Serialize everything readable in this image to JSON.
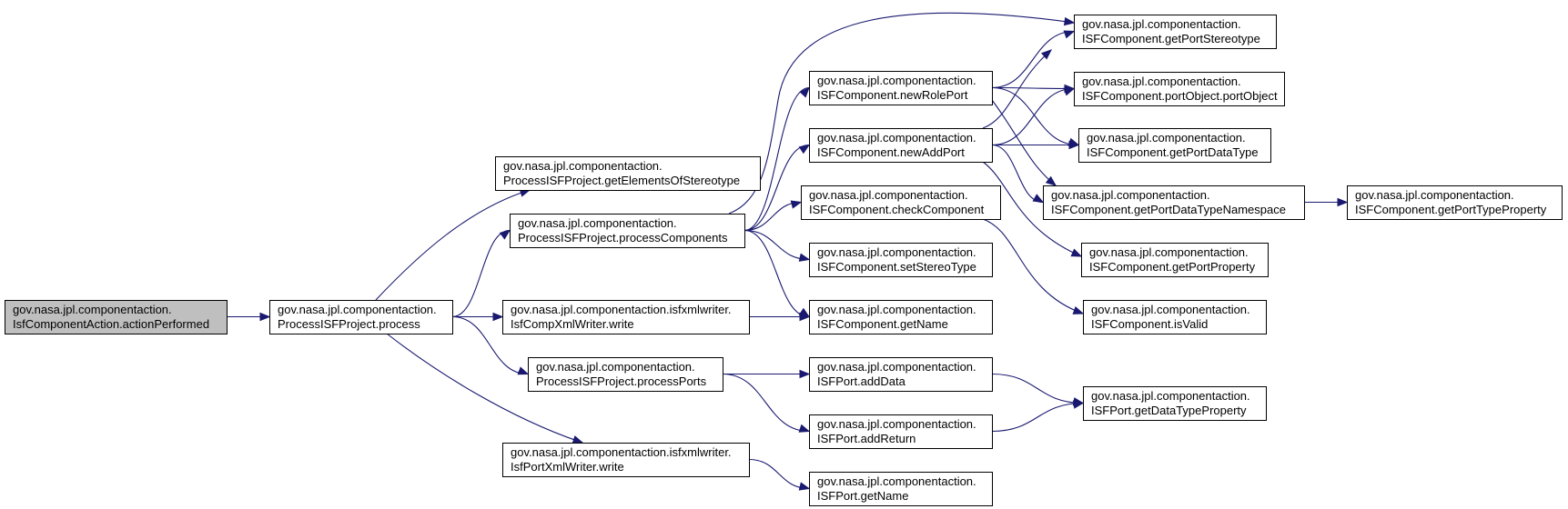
{
  "nodes": [
    {
      "id": "n0",
      "lines": [
        "gov.nasa.jpl.componentaction.",
        "IsfComponentAction.actionPerformed"
      ],
      "highlighted": true
    },
    {
      "id": "n1",
      "lines": [
        "gov.nasa.jpl.componentaction.",
        "ProcessISFProject.process"
      ]
    },
    {
      "id": "n2",
      "lines": [
        "gov.nasa.jpl.componentaction.",
        "ProcessISFProject.getElementsOfStereotype"
      ]
    },
    {
      "id": "n3",
      "lines": [
        "gov.nasa.jpl.componentaction.",
        "ProcessISFProject.processComponents"
      ]
    },
    {
      "id": "n4",
      "lines": [
        "gov.nasa.jpl.componentaction.isfxmlwriter.",
        "IsfCompXmlWriter.write"
      ]
    },
    {
      "id": "n5",
      "lines": [
        "gov.nasa.jpl.componentaction.",
        "ProcessISFProject.processPorts"
      ]
    },
    {
      "id": "n6",
      "lines": [
        "gov.nasa.jpl.componentaction.isfxmlwriter.",
        "IsfPortXmlWriter.write"
      ]
    },
    {
      "id": "n7",
      "lines": [
        "gov.nasa.jpl.componentaction.",
        "ISFComponent.newRolePort"
      ]
    },
    {
      "id": "n8",
      "lines": [
        "gov.nasa.jpl.componentaction.",
        "ISFComponent.newAddPort"
      ]
    },
    {
      "id": "n9",
      "lines": [
        "gov.nasa.jpl.componentaction.",
        "ISFComponent.checkComponent"
      ]
    },
    {
      "id": "n10",
      "lines": [
        "gov.nasa.jpl.componentaction.",
        "ISFComponent.setStereoType"
      ]
    },
    {
      "id": "n11",
      "lines": [
        "gov.nasa.jpl.componentaction.",
        "ISFComponent.getName"
      ]
    },
    {
      "id": "n12",
      "lines": [
        "gov.nasa.jpl.componentaction.",
        "ISFPort.addData"
      ]
    },
    {
      "id": "n13",
      "lines": [
        "gov.nasa.jpl.componentaction.",
        "ISFPort.addReturn"
      ]
    },
    {
      "id": "n14",
      "lines": [
        "gov.nasa.jpl.componentaction.",
        "ISFPort.getName"
      ]
    },
    {
      "id": "n15",
      "lines": [
        "gov.nasa.jpl.componentaction.",
        "ISFComponent.getPortStereotype"
      ]
    },
    {
      "id": "n16",
      "lines": [
        "gov.nasa.jpl.componentaction.",
        "ISFComponent.portObject.portObject"
      ]
    },
    {
      "id": "n17",
      "lines": [
        "gov.nasa.jpl.componentaction.",
        "ISFComponent.getPortDataType"
      ]
    },
    {
      "id": "n18",
      "lines": [
        "gov.nasa.jpl.componentaction.",
        "ISFComponent.getPortDataTypeNamespace"
      ]
    },
    {
      "id": "n19",
      "lines": [
        "gov.nasa.jpl.componentaction.",
        "ISFComponent.getPortProperty"
      ]
    },
    {
      "id": "n20",
      "lines": [
        "gov.nasa.jpl.componentaction.",
        "ISFComponent.isValid"
      ]
    },
    {
      "id": "n21",
      "lines": [
        "gov.nasa.jpl.componentaction.",
        "ISFPort.getDataTypeProperty"
      ]
    },
    {
      "id": "n22",
      "lines": [
        "gov.nasa.jpl.componentaction.",
        "ISFComponent.getPortTypeProperty"
      ]
    }
  ],
  "edges": [
    [
      "n0",
      "n1"
    ],
    [
      "n1",
      "n2"
    ],
    [
      "n1",
      "n3"
    ],
    [
      "n1",
      "n4"
    ],
    [
      "n1",
      "n5"
    ],
    [
      "n1",
      "n6"
    ],
    [
      "n3",
      "n7"
    ],
    [
      "n3",
      "n8"
    ],
    [
      "n3",
      "n9"
    ],
    [
      "n3",
      "n10"
    ],
    [
      "n3",
      "n11"
    ],
    [
      "n3",
      "n15"
    ],
    [
      "n4",
      "n11"
    ],
    [
      "n5",
      "n12"
    ],
    [
      "n5",
      "n13"
    ],
    [
      "n6",
      "n14"
    ],
    [
      "n7",
      "n15"
    ],
    [
      "n7",
      "n16"
    ],
    [
      "n7",
      "n17"
    ],
    [
      "n7",
      "n18"
    ],
    [
      "n8",
      "n15"
    ],
    [
      "n8",
      "n16"
    ],
    [
      "n8",
      "n17"
    ],
    [
      "n8",
      "n18"
    ],
    [
      "n8",
      "n19"
    ],
    [
      "n9",
      "n20"
    ],
    [
      "n12",
      "n21"
    ],
    [
      "n13",
      "n21"
    ],
    [
      "n18",
      "n22"
    ]
  ],
  "colors": {
    "edge": "#191970",
    "highlight_fill": "#bfbfbf",
    "node_fill": "#ffffff",
    "border": "#000000"
  }
}
